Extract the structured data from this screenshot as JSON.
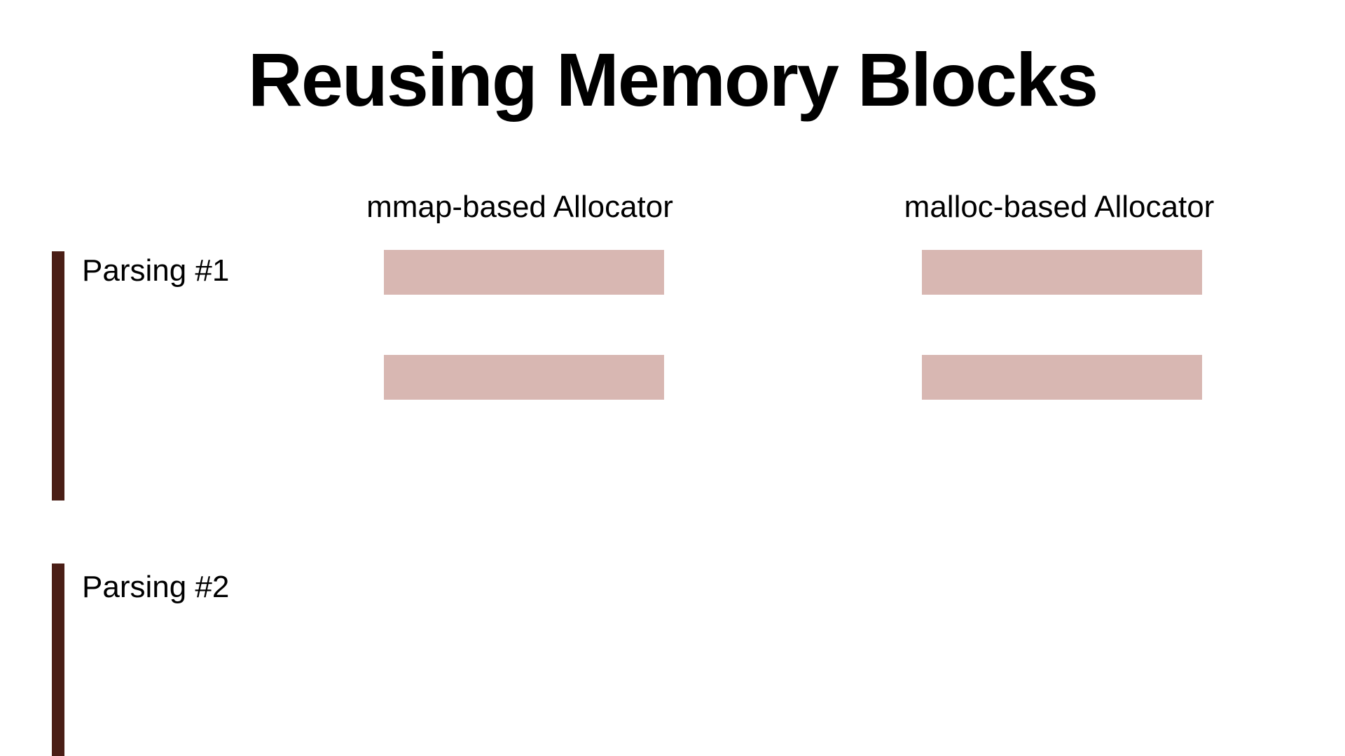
{
  "slide": {
    "title": "Reusing Memory Blocks",
    "column_headers": [
      {
        "id": "mmap",
        "label": "mmap-based Allocator"
      },
      {
        "id": "malloc",
        "label": "malloc-based Allocator"
      }
    ],
    "rows": [
      {
        "id": "parsing-1",
        "label": "Parsing #1",
        "mmap_block_count": 2,
        "malloc_block_count": 2
      },
      {
        "id": "parsing-2",
        "label": "Parsing #2",
        "mmap_block_count": 0,
        "malloc_block_count": 0
      }
    ],
    "colors": {
      "background": "#ffffff",
      "text": "#000000",
      "memory_block": "#d8b7b2",
      "row_marker_bar": "#4a1e16"
    }
  }
}
